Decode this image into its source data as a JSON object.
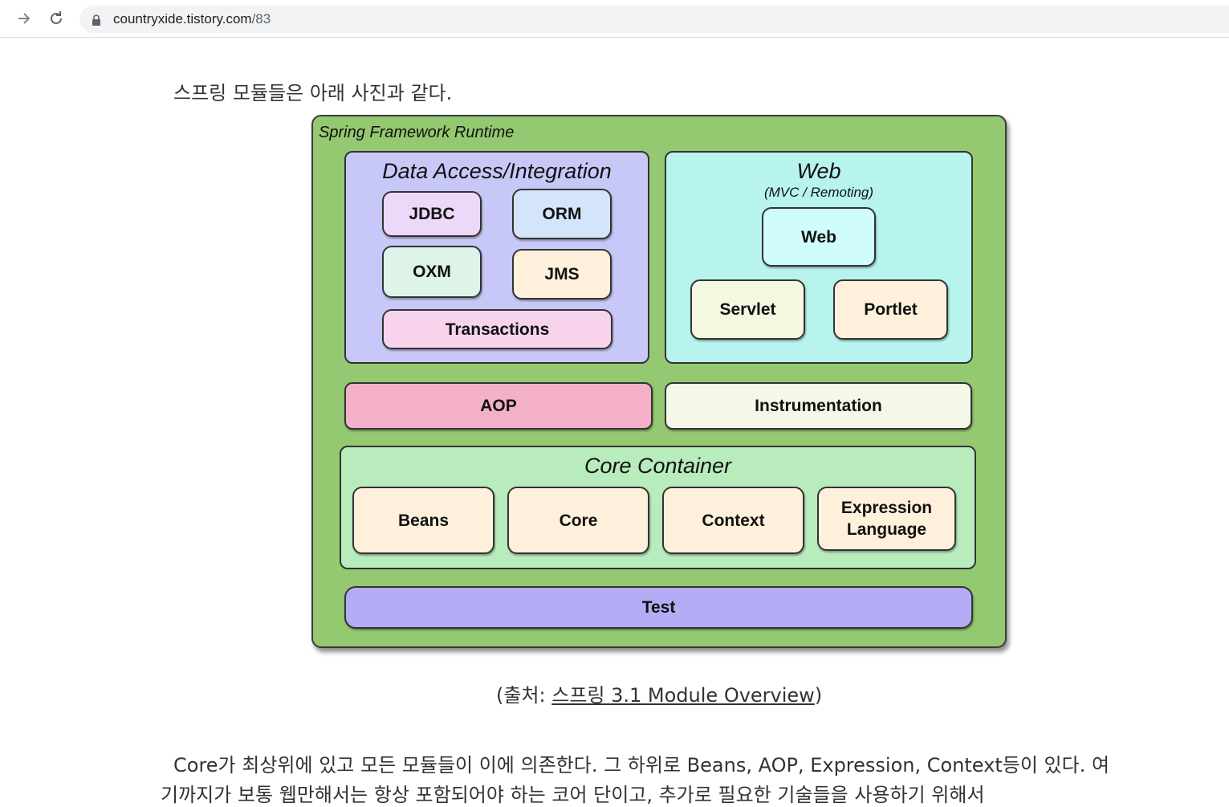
{
  "browser": {
    "url_domain": "countryxide.tistory.com",
    "url_path": "/83"
  },
  "article": {
    "intro": "스프링 모듈들은 아래 사진과 같다.",
    "caption_prefix": "(출처: ",
    "caption_link": "스프링 3.1 Module Overview",
    "caption_suffix": ")",
    "paragraph_line1": "Core가 최상위에 있고 모든 모듈들이 이에 의존한다. 그 하위로 Beans, AOP, Expression, Context등이 있다. 여",
    "paragraph_line2": "기까지가 보통 웹만해서는 항상 포함되어야 하는 코어 단이고, 추가로 필요한 기술들을 사용하기 위해서"
  },
  "diagram": {
    "title": "Spring Framework Runtime",
    "data_access": {
      "title": "Data Access/Integration",
      "modules": [
        "JDBC",
        "ORM",
        "OXM",
        "JMS",
        "Transactions"
      ]
    },
    "web": {
      "title": "Web",
      "subtitle": "(MVC / Remoting)",
      "modules": [
        "Web",
        "Servlet",
        "Portlet"
      ]
    },
    "aop": "AOP",
    "instrumentation": "Instrumentation",
    "core_container": {
      "title": "Core Container",
      "modules": [
        "Beans",
        "Core",
        "Context",
        "Expression Language"
      ]
    },
    "test": "Test"
  },
  "colors": {
    "runtime_bg": "#94c972",
    "data_access_bg": "#c8c8f8",
    "web_bg": "#b8f4ee",
    "aop_bg": "#f4b0c8",
    "instrumentation_bg": "#f4f8e8",
    "core_container_bg": "#b8ecbc",
    "test_bg": "#b4acf4",
    "module_bg": "#fff0dc"
  },
  "icons": [
    "forward-arrow-icon",
    "reload-icon",
    "lock-icon"
  ]
}
